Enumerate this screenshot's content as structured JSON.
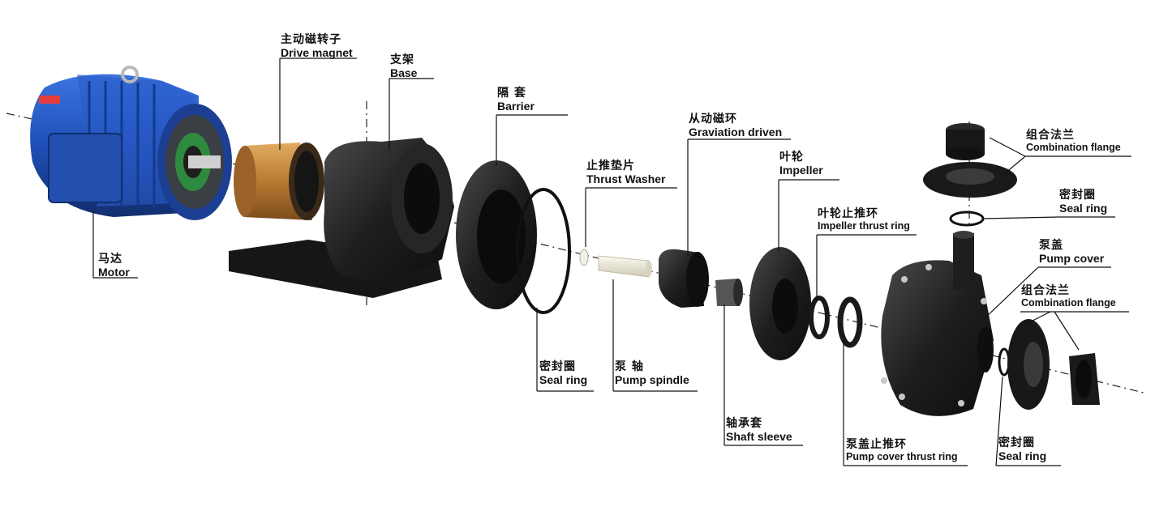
{
  "labels": {
    "drive_magnet": {
      "zh": "主动磁转子",
      "en": "Drive magnet"
    },
    "base": {
      "zh": "支架",
      "en": "Base"
    },
    "barrier": {
      "zh": "隔 套",
      "en": "Barrier"
    },
    "graviation_driven": {
      "zh": "从动磁环",
      "en": "Graviation driven"
    },
    "thrust_washer": {
      "zh": "止推垫片",
      "en": "Thrust Washer"
    },
    "impeller": {
      "zh": "叶轮",
      "en": "Impeller"
    },
    "impeller_thrust_ring": {
      "zh": "叶轮止推环",
      "en": "Impeller thrust ring"
    },
    "combination_flange_top": {
      "zh": "组合法兰",
      "en": "Combination flange"
    },
    "seal_ring_top": {
      "zh": "密封圈",
      "en": "Seal ring"
    },
    "pump_cover": {
      "zh": "泵盖",
      "en": "Pump cover"
    },
    "combination_flange_right": {
      "zh": "组合法兰",
      "en": "Combination flange"
    },
    "motor": {
      "zh": "马达",
      "en": "Motor"
    },
    "seal_ring_barrier": {
      "zh": "密封圈",
      "en": "Seal ring"
    },
    "pump_spindle": {
      "zh": "泵 轴",
      "en": "Pump spindle"
    },
    "shaft_sleeve": {
      "zh": "轴承套",
      "en": "Shaft sleeve"
    },
    "pump_cover_thrust_ring": {
      "zh": "泵盖止推环",
      "en": "Pump cover thrust ring"
    },
    "seal_ring_bottom": {
      "zh": "密封圈",
      "en": "Seal ring"
    }
  },
  "colors": {
    "motor_blue": "#1f4fb8",
    "motor_dark": "#17347a",
    "magnet_copper": "#c0843a",
    "part_black": "#1b1b1b",
    "part_gray": "#3a3a3a",
    "shaft_white": "#e9e6d8"
  }
}
